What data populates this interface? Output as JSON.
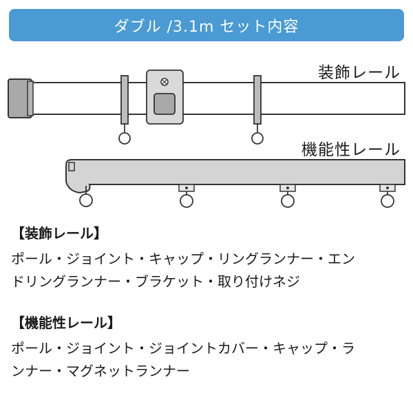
{
  "header": {
    "title": "ダブル /3.1m セット内容",
    "bg_color": "#4a9ad4"
  },
  "diagram": {
    "decorative_rail_label": "装飾レール",
    "functional_rail_label": "機能性レール"
  },
  "sections": {
    "decorative": {
      "heading": "【装飾レール】",
      "line1": "ポール・ジョイント・キャップ・リングランナー・エン",
      "line2": "ドリングランナー・ブラケット・取り付けネジ"
    },
    "functional": {
      "heading": "【機能性レール】",
      "line1": "ポール・ジョイント・ジョイントカバー・キャップ・ラ",
      "line2": "ンナー・マグネットランナー"
    }
  }
}
